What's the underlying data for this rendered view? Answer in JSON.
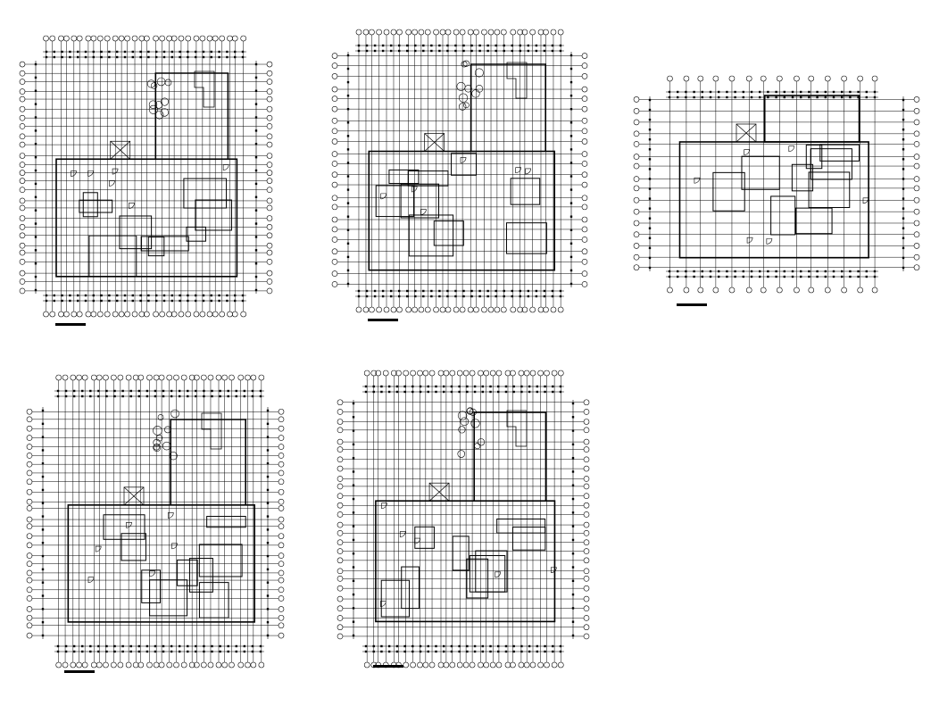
{
  "drawing": {
    "background": "#ffffff",
    "line_color": "#000000"
  },
  "plans": [
    {
      "name": "plan-top-left"
    },
    {
      "name": "plan-top-middle"
    },
    {
      "name": "plan-top-right"
    },
    {
      "name": "plan-bottom-left"
    },
    {
      "name": "plan-bottom-middle"
    }
  ]
}
